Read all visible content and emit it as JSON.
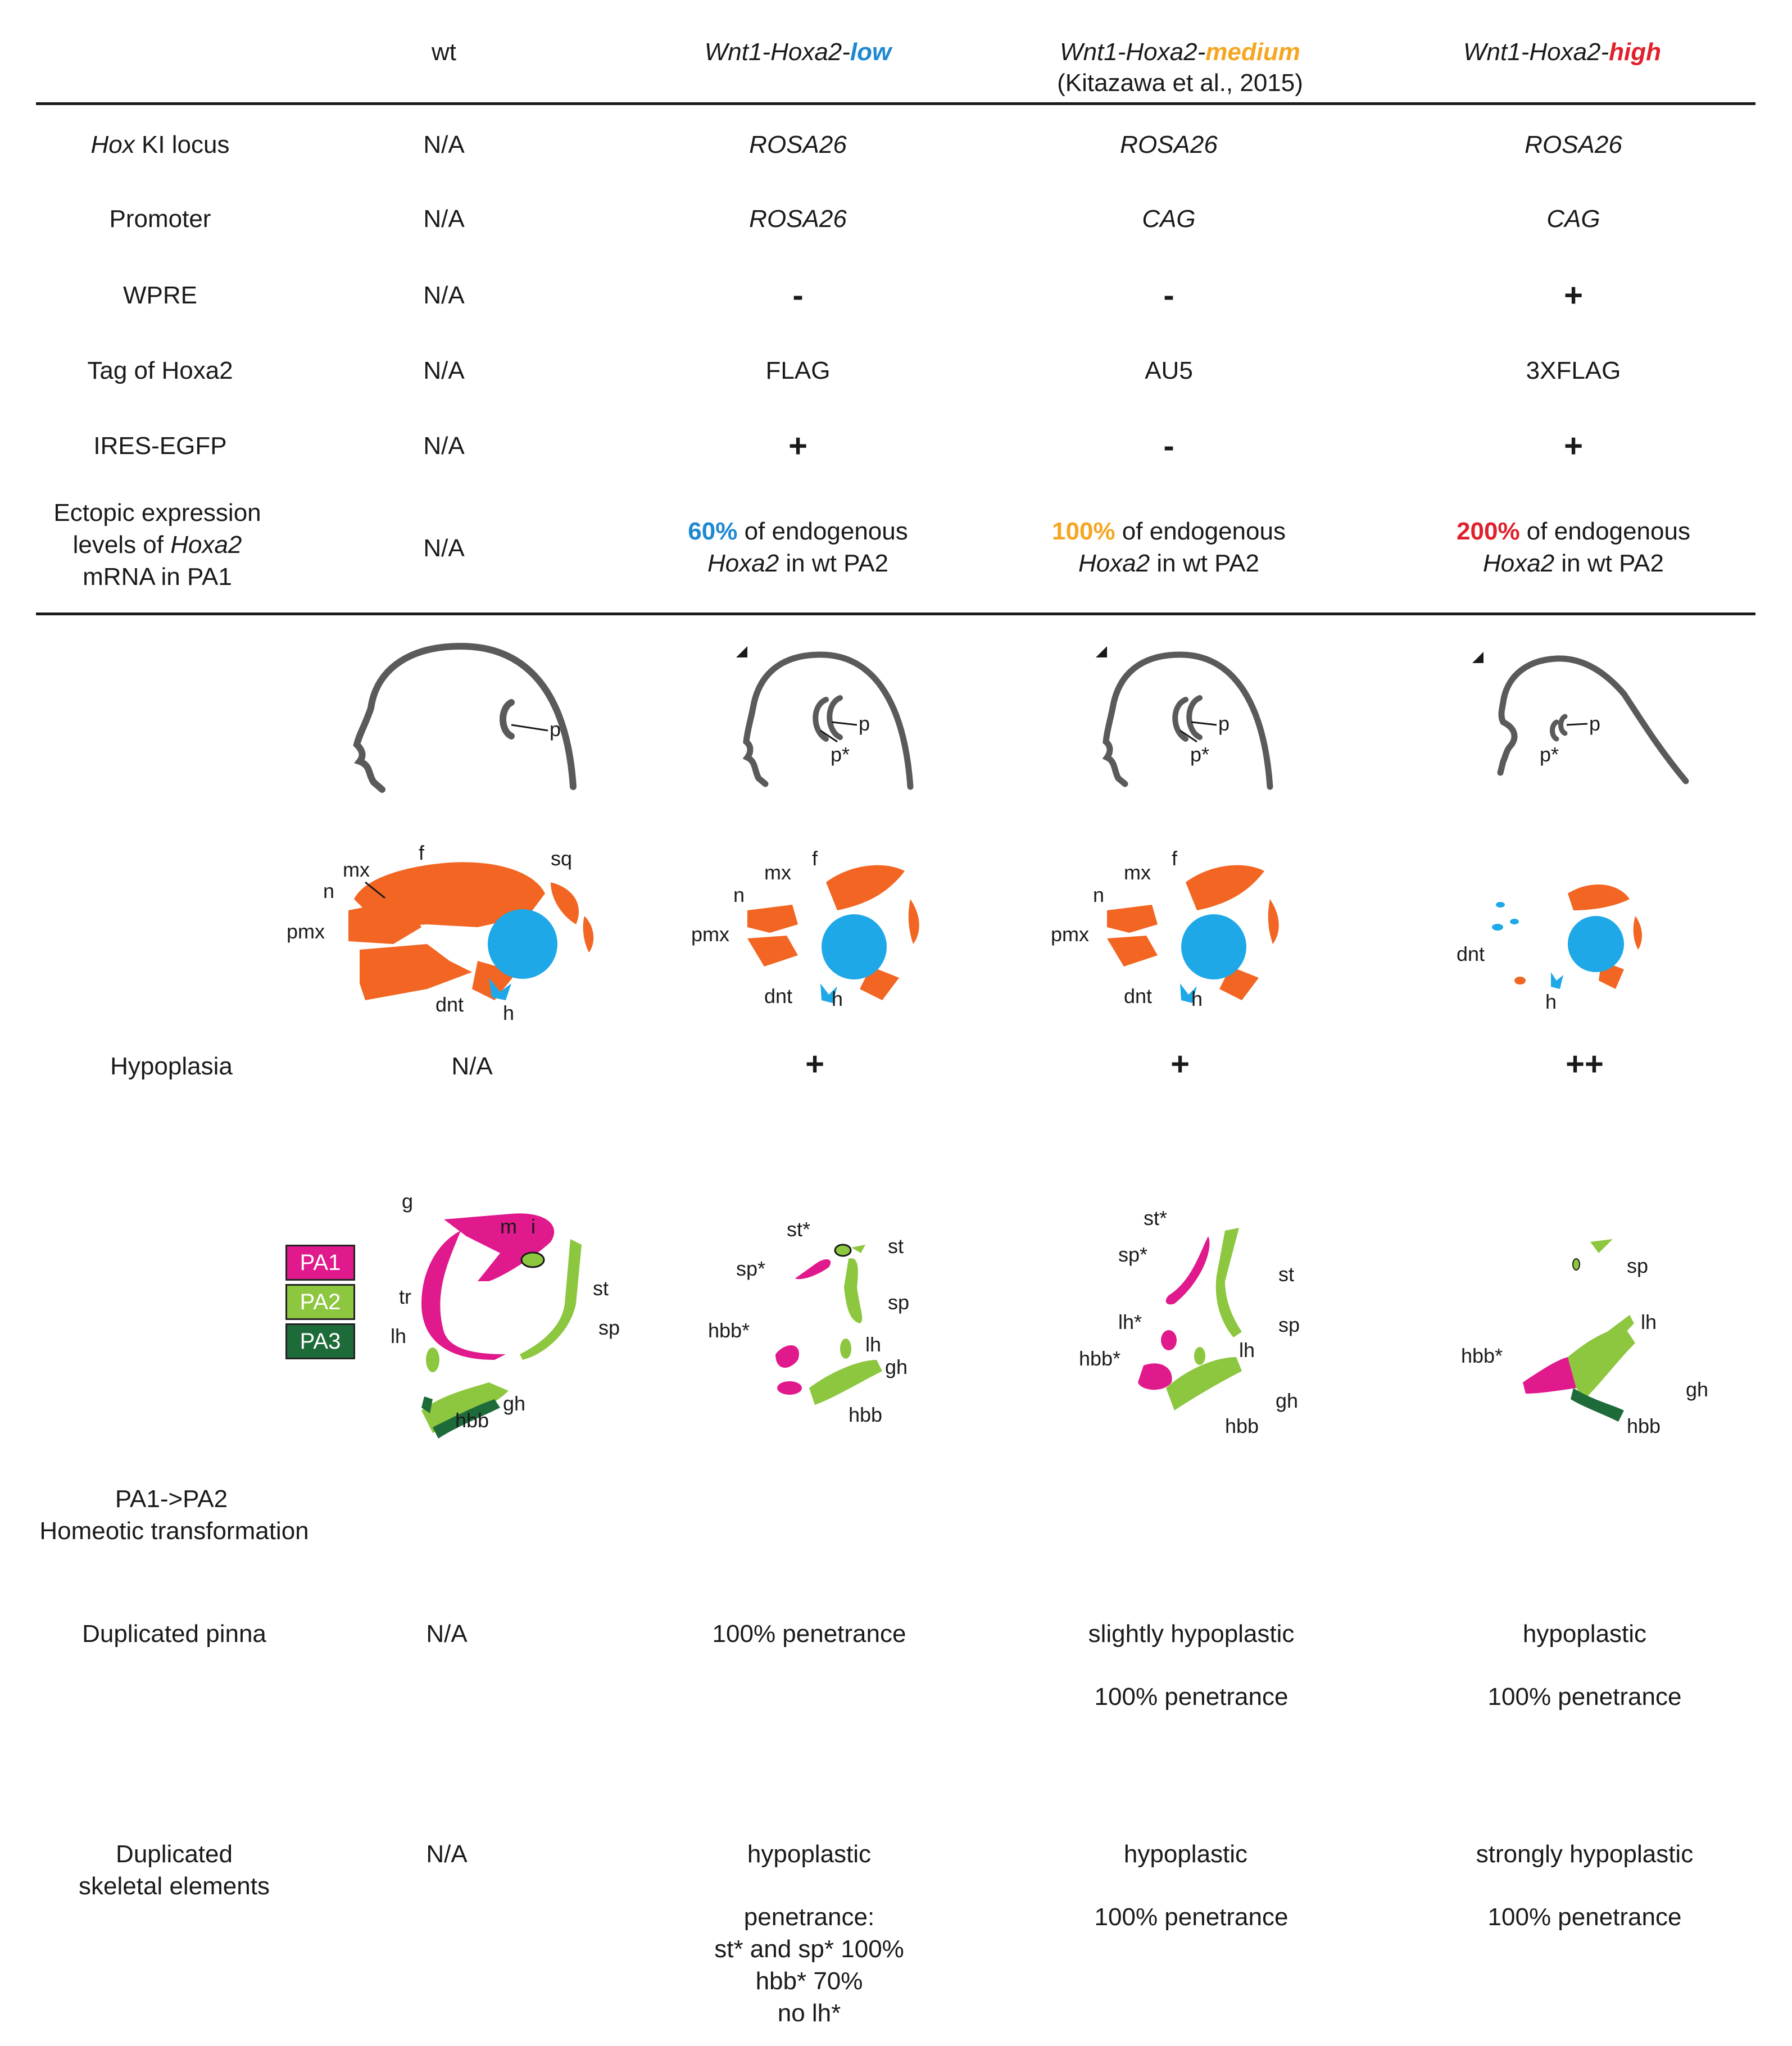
{
  "columns": {
    "wt": "wt",
    "low": {
      "prefix": "Wnt1-Hoxa2-",
      "suffix": "low",
      "color": "#1e88d2"
    },
    "medium": {
      "prefix": "Wnt1-Hoxa2-",
      "suffix": "medium",
      "color": "#f5a623",
      "citation": "(Kitazawa et al., 2015)"
    },
    "high": {
      "prefix": "Wnt1-Hoxa2-",
      "suffix": "high",
      "color": "#e0202b"
    }
  },
  "rows": {
    "hox_ki": {
      "label_italic": "Hox",
      "label_rest": " KI locus",
      "wt": "N/A",
      "low": "ROSA26",
      "medium": "ROSA26",
      "high": "ROSA26"
    },
    "promoter": {
      "label": "Promoter",
      "wt": "N/A",
      "low": "ROSA26",
      "medium": "CAG",
      "high": "CAG"
    },
    "wpre": {
      "label": "WPRE",
      "wt": "N/A",
      "low": "-",
      "medium": "-",
      "high": "+"
    },
    "tag": {
      "label": "Tag of Hoxa2",
      "wt": "N/A",
      "low": "FLAG",
      "medium": "AU5",
      "high": "3XFLAG"
    },
    "ires": {
      "label": "IRES-EGFP",
      "wt": "N/A",
      "low": "+",
      "medium": "-",
      "high": "+"
    },
    "ectopic": {
      "label_line1": "Ectopic expression",
      "label_line2a": "levels of ",
      "label_line2b": "Hoxa2",
      "label_line3": "mRNA in PA1",
      "wt": "N/A",
      "low_pct": "60%",
      "medium_pct": "100%",
      "high_pct": "200%",
      "of_endogenous": " of endogenous",
      "gene": "Hoxa2",
      "in_wt": " in wt PA2"
    },
    "hypoplasia": {
      "label": "Hypoplasia",
      "wt": "N/A",
      "low": "+",
      "medium": "+",
      "high": "++"
    },
    "homeotic": {
      "label_line1": "PA1->PA2",
      "label_line2": "Homeotic transformation"
    },
    "pinna": {
      "label": "Duplicated pinna",
      "wt": "N/A",
      "low": "100% penetrance",
      "medium_a": "slightly hypoplastic",
      "medium_b": "100% penetrance",
      "high_a": "hypoplastic",
      "high_b": "100% penetrance"
    },
    "skeletal": {
      "label_line1": "Duplicated",
      "label_line2": "skeletal elements",
      "wt": "N/A",
      "low_a": "hypoplastic",
      "low_b1": "penetrance:",
      "low_b2": "st* and sp* 100%",
      "low_b3": "hbb* 70%",
      "low_b4": "no lh*",
      "medium_a": "hypoplastic",
      "medium_b": "100% penetrance",
      "high_a": "strongly hypoplastic",
      "high_b": "100% penetrance"
    }
  },
  "legend": [
    {
      "label": "PA1",
      "color": "#e0198c"
    },
    {
      "label": "PA2",
      "color": "#8dc63f"
    },
    {
      "label": "PA3",
      "color": "#1e6b3a"
    }
  ],
  "diagram_labels": {
    "pinna": "p",
    "pinna_dup": "p*",
    "skull": {
      "mx": "mx",
      "f": "f",
      "sq": "sq",
      "n": "n",
      "pmx": "pmx",
      "dnt": "dnt",
      "h": "h"
    },
    "arch": {
      "g": "g",
      "m": "m",
      "i": "i",
      "tr": "tr",
      "st": "st",
      "sp": "sp",
      "lh": "lh",
      "gh": "gh",
      "hbb": "hbb",
      "st_dup": "st*",
      "sp_dup": "sp*",
      "hbb_dup": "hbb*",
      "lh_dup": "lh*"
    }
  },
  "colors": {
    "bone": "#f26522",
    "cartilage": "#1fa8e8",
    "outline": "#5a5a5a",
    "pa1": "#e0198c",
    "pa2": "#8dc63f",
    "pa3": "#1e6b3a"
  }
}
